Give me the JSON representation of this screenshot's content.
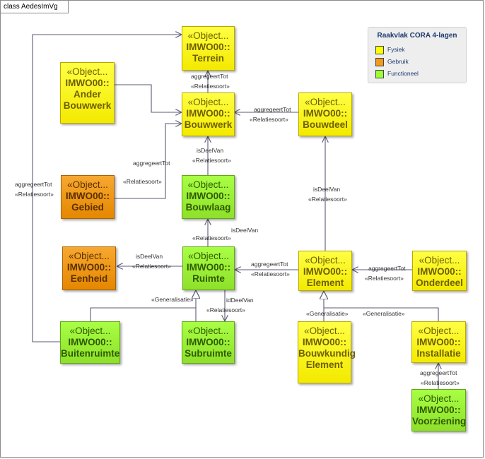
{
  "frame_title": "class AedesImVg",
  "legend": {
    "title": "Raakvlak CORA 4-lagen",
    "items": [
      {
        "label": "Fysiek",
        "color": "#ffff00"
      },
      {
        "label": "Gebruik",
        "color": "#f29a1a"
      },
      {
        "label": "Functioneel",
        "color": "#9cff33"
      }
    ]
  },
  "nodes": {
    "terrein": {
      "stereotype": "«Object...",
      "name": [
        "IMWO00::",
        "Terrein"
      ]
    },
    "anderbouwwerk": {
      "stereotype": "«Object...",
      "name": [
        "IMWO00::",
        "Ander",
        "Bouwwerk"
      ]
    },
    "bouwwerk": {
      "stereotype": "«Object...",
      "name": [
        "IMWO00::",
        "Bouwwerk"
      ]
    },
    "bouwdeel": {
      "stereotype": "«Object...",
      "name": [
        "IMWO00::",
        "Bouwdeel"
      ]
    },
    "gebied": {
      "stereotype": "«Object...",
      "name": [
        "IMWO00::",
        "Gebied"
      ]
    },
    "bouwlaag": {
      "stereotype": "«Object...",
      "name": [
        "IMWO00::",
        "Bouwlaag"
      ]
    },
    "eenheid": {
      "stereotype": "«Object...",
      "name": [
        "IMWO00::",
        "Eenheid"
      ]
    },
    "ruimte": {
      "stereotype": "«Object...",
      "name": [
        "IMWO00::",
        "Ruimte"
      ]
    },
    "element": {
      "stereotype": "«Object...",
      "name": [
        "IMWO00::",
        "Element"
      ]
    },
    "onderdeel": {
      "stereotype": "«Object...",
      "name": [
        "IMWO00::",
        "Onderdeel"
      ]
    },
    "buitenruimte": {
      "stereotype": "«Object...",
      "name": [
        "IMWO00::",
        "Buitenruimte"
      ]
    },
    "subruimte": {
      "stereotype": "«Object...",
      "name": [
        "IMWO00::",
        "Subruimte"
      ]
    },
    "bouwkundigelement": {
      "stereotype": "«Object...",
      "name": [
        "IMWO00::",
        "Bouwkundig",
        "Element"
      ]
    },
    "installatie": {
      "stereotype": "«Object...",
      "name": [
        "IMWO00::",
        "Installatie"
      ]
    },
    "voorziening": {
      "stereotype": "«Object...",
      "name": [
        "IMWO00::",
        "Voorziening"
      ]
    }
  },
  "edge_labels": {
    "bouwwerk_terrein_name": "aggregeertTot",
    "bouwwerk_terrein_st": "«Relatiesoort»",
    "bouwdeel_bouwwerk_name": "aggregeertTot",
    "bouwdeel_bouwwerk_st": "«Relatiesoort»",
    "gebied_bouwwerk_name": "aggregeertTot",
    "gebied_bouwwerk_st": "«Relatiesoort»",
    "bouwlaag_bouwwerk_name": "isDeelVan",
    "bouwlaag_bouwwerk_st": "«Relatiesoort»",
    "buitenruimte_terrein_name": "aggregeertTot",
    "buitenruimte_terrein_st": "«Relatiesoort»",
    "element_bouwdeel_name": "isDeelVan",
    "element_bouwdeel_st": "«Relatiesoort»",
    "ruimte_bouwlaag_name": "isDeelVan",
    "ruimte_bouwlaag_st": "«Relatiesoort»",
    "ruimte_eenheid_name": "isDeelVan",
    "ruimte_eenheid_st": "«Relatiesoort»",
    "element_ruimte_name": "aggregeertTot",
    "element_ruimte_st": "«Relatiesoort»",
    "onderdeel_element_name": "aggregeertTot",
    "onderdeel_element_st": "«Relatiesoort»",
    "ruimte_generalisatie": "«Generalisatie»",
    "subruimte_ruimte_name": "idDeelVan",
    "subruimte_ruimte_st": "«Relatiesoort»",
    "element_generalisatie_left": "«Generalisatie»",
    "element_generalisatie_right": "«Generalisatie»",
    "voorziening_installatie_name": "aggregeertTot",
    "voorziening_installatie_st": "«Relatiesoort»"
  }
}
